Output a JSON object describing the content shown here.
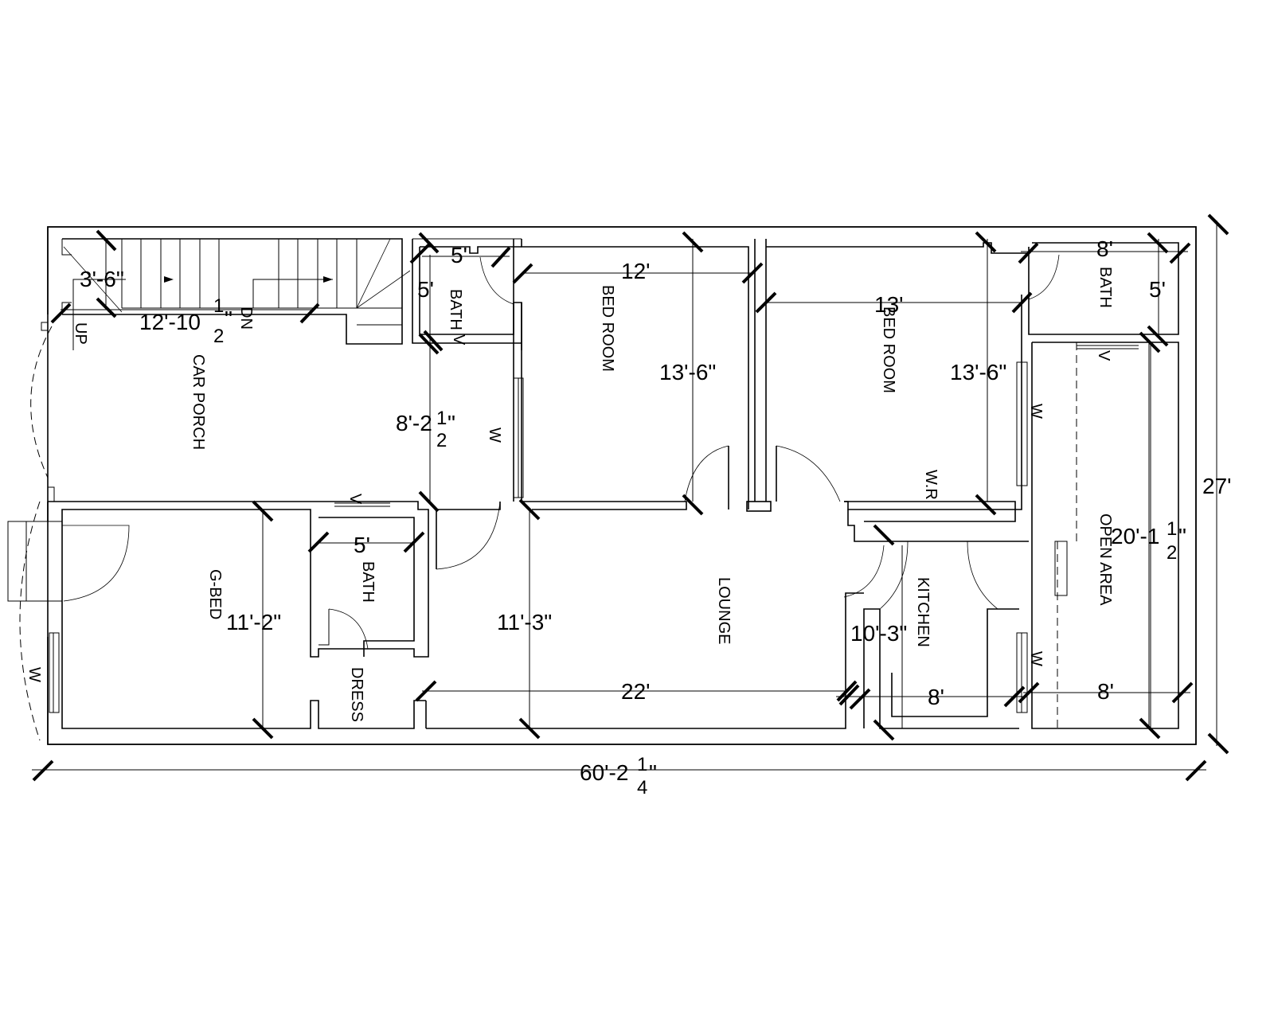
{
  "plan": {
    "overall_width": "60'-2",
    "overall_width_frac": [
      "1",
      "4"
    ],
    "overall_depth": "27'",
    "rooms": {
      "car_porch": "CAR PORCH",
      "bath1": "BATH",
      "bedroom1": "BED ROOM",
      "bedroom2": "BED ROOM",
      "bath2": "BATH",
      "g_bed": "G-BED",
      "bath3": "BATH",
      "dress": "DRESS",
      "lounge": "LOUNGE",
      "kitchen": "KITCHEN",
      "open_area": "OPEN AREA",
      "wr": "W.R"
    },
    "marks": {
      "up": "UP",
      "dn": "DN",
      "window": "W",
      "ventilator": "V"
    },
    "dims": {
      "stair_width": "3'-6\"",
      "stair_length": "12'-10",
      "stair_length_frac": [
        "1",
        "2"
      ],
      "bath1_w": "5'",
      "bath1_h": "5'",
      "bed1_w": "12'",
      "bed1_h": "13'-6\"",
      "bed2_w": "13'",
      "bed2_h": "13'-6\"",
      "bath2_w": "8'",
      "bath2_h": "5'",
      "porch_depth": "8'-2",
      "porch_depth_frac": [
        "1",
        "2"
      ],
      "gbed_h": "11'-2\"",
      "bath3_w": "5'",
      "lounge_h": "11'-3\"",
      "lounge_w": "22'",
      "kitchen_h": "10'-3\"",
      "kitchen_w": "8'",
      "open_w": "8'",
      "open_h": "20'-1",
      "open_h_frac": [
        "1",
        "2"
      ]
    }
  }
}
